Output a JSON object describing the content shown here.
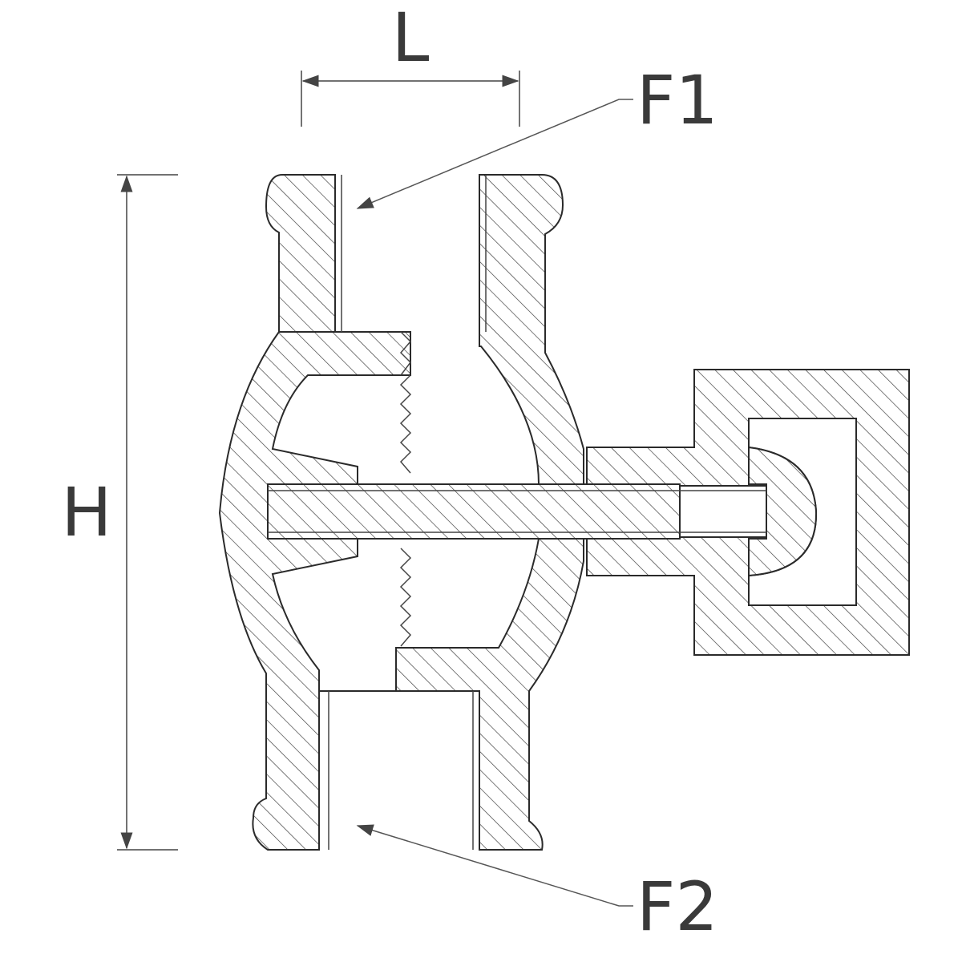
{
  "labels": {
    "length": "L",
    "height": "H",
    "port_top": "F1",
    "port_bottom": "F2"
  },
  "colors": {
    "line": "#2a2a2a",
    "text": "#3a3a3a",
    "background": "#ffffff"
  }
}
